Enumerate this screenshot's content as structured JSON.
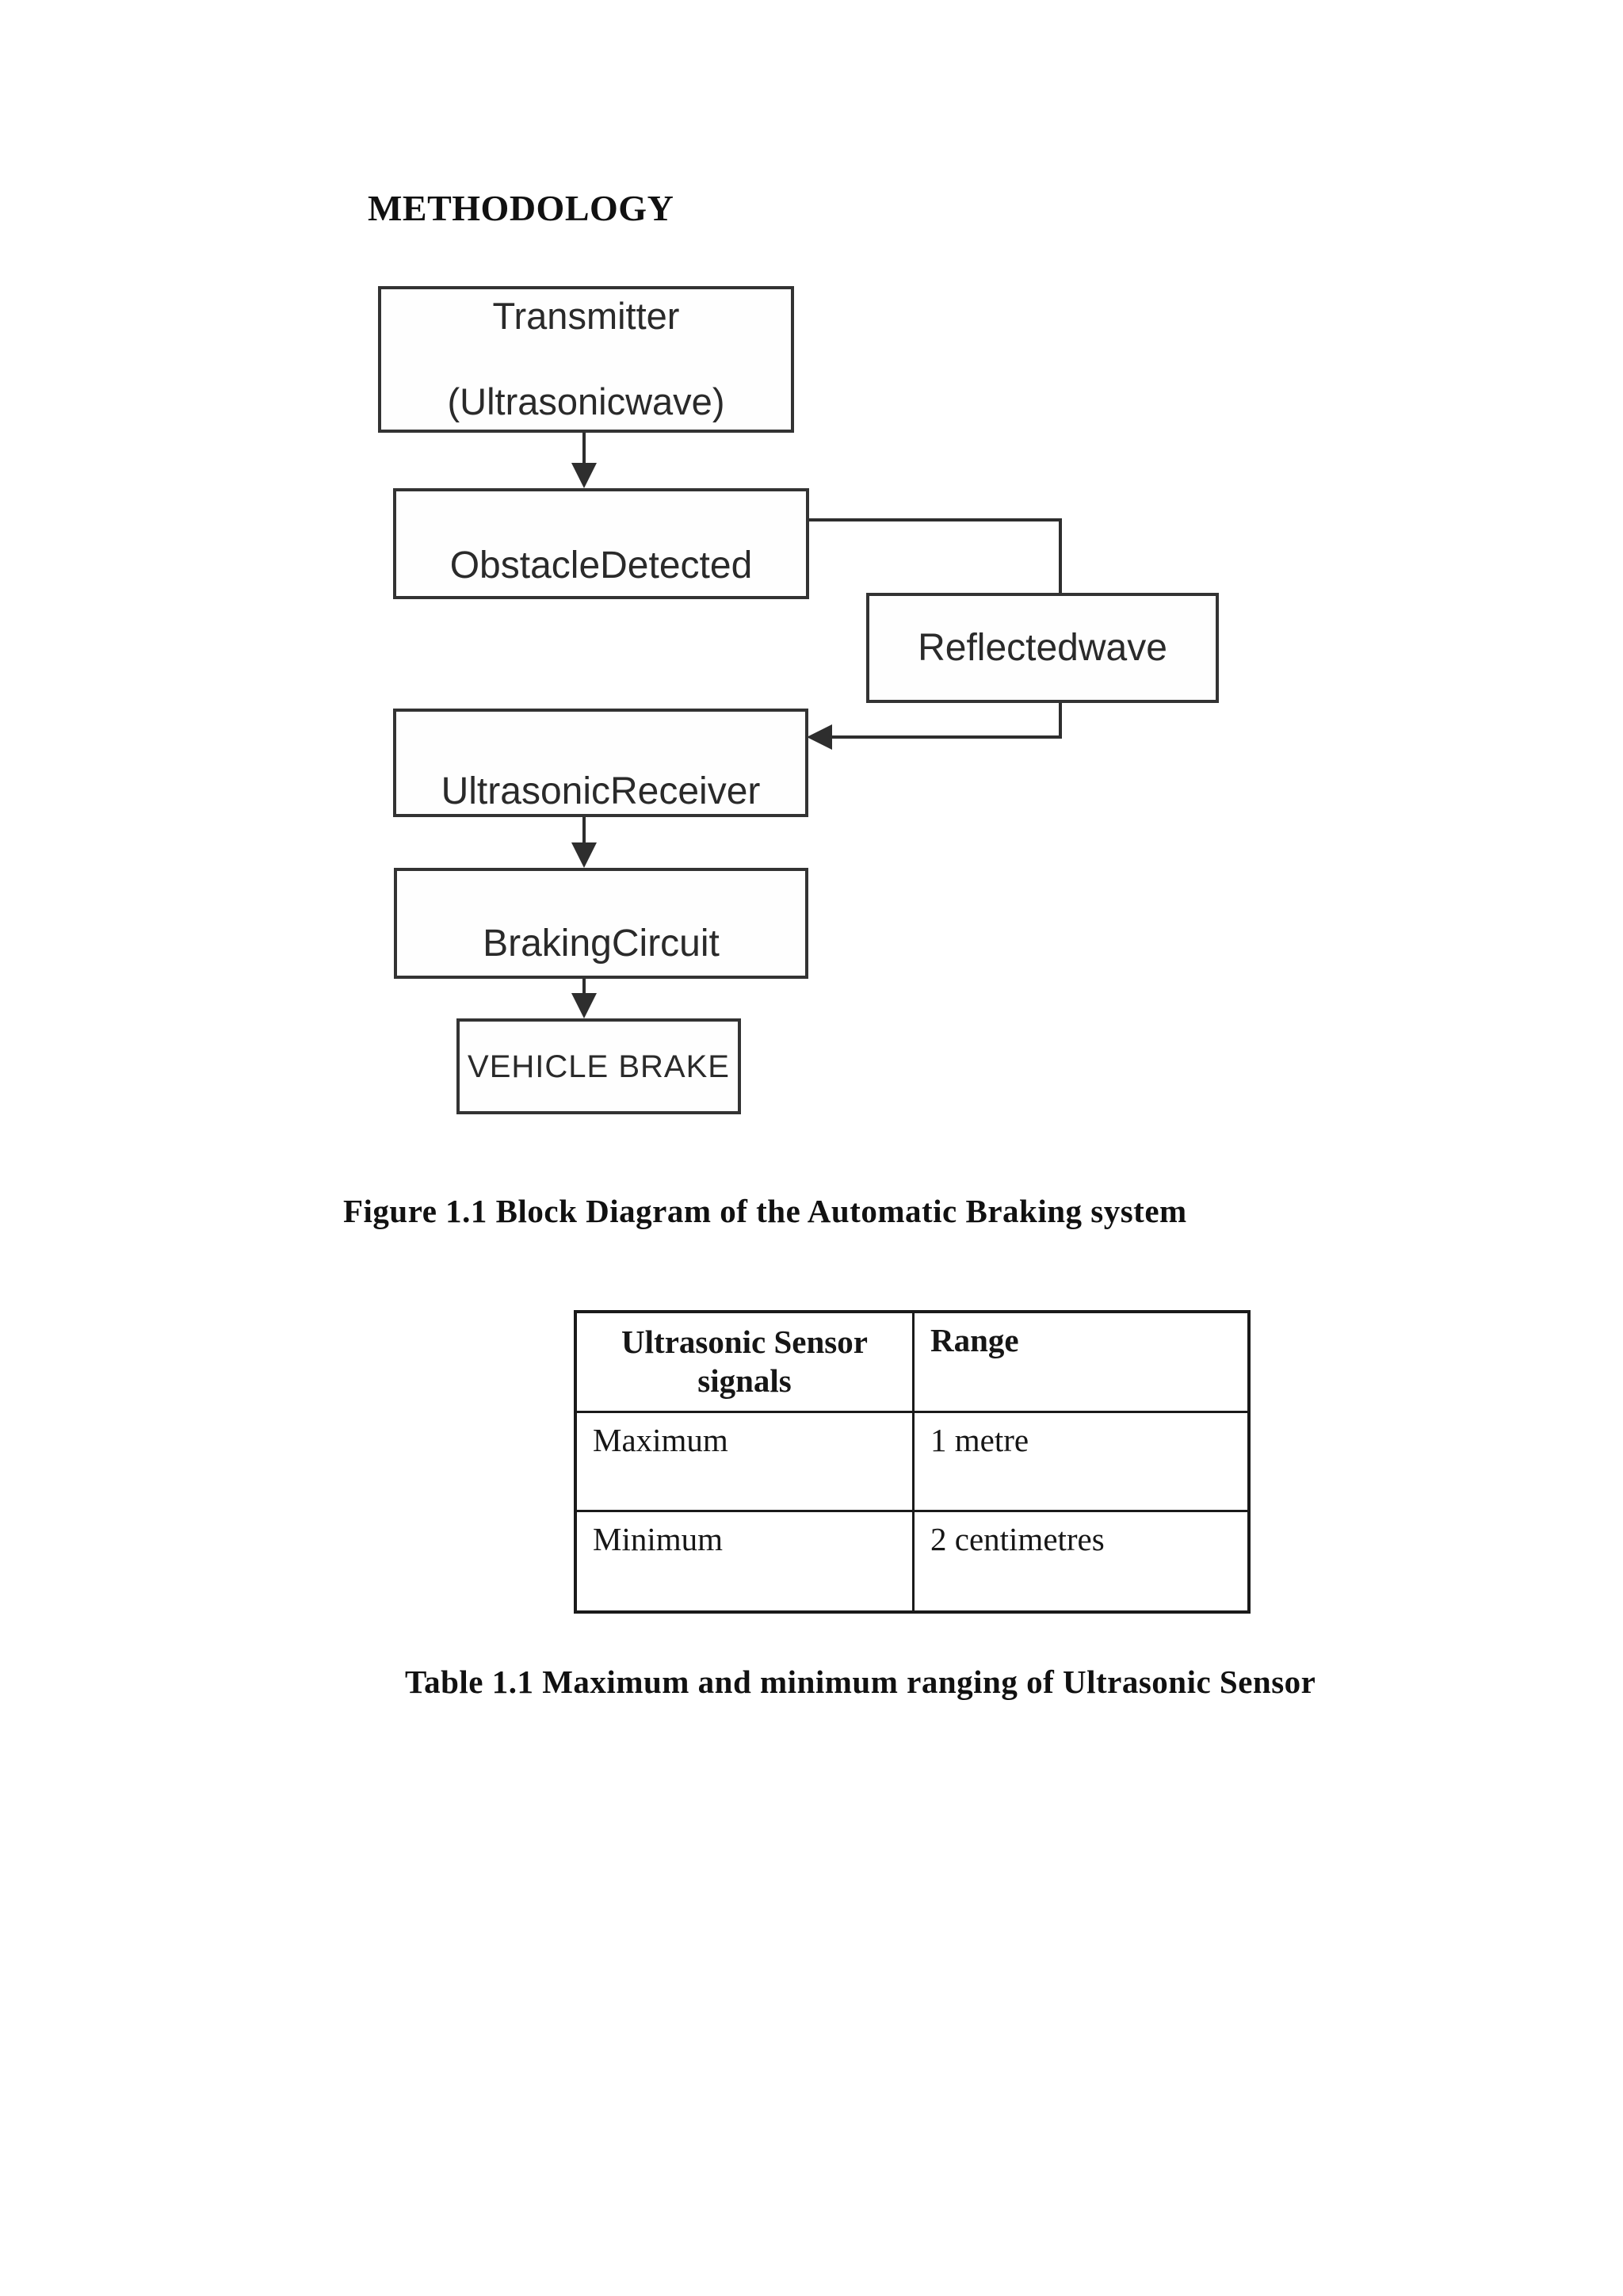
{
  "heading": "METHODOLOGY",
  "flowchart": {
    "transmitter": {
      "line1": "Transmitter",
      "line2": "(Ultrasonicwave)"
    },
    "obstacle_detected": {
      "label": "ObstacleDetected"
    },
    "reflected_wave": {
      "label": "Reflectedwave"
    },
    "ultrasonic_receiver": {
      "label": "UltrasonicReceiver"
    },
    "braking_circuit": {
      "label": "BrakingCircuit"
    },
    "vehicle_brake": {
      "label": "VEHICLE BRAKE"
    }
  },
  "figure_caption": "Figure 1.1 Block Diagram of the Automatic Braking system",
  "table": {
    "header": {
      "col1_line1": "Ultrasonic Sensor",
      "col1_line2": "signals",
      "col2": "Range"
    },
    "rows": [
      {
        "signal": "Maximum",
        "range": "1 metre"
      },
      {
        "signal": "Minimum",
        "range": "2 centimetres"
      }
    ]
  },
  "table_caption": "Table 1.1 Maximum and minimum ranging of Ultrasonic Sensor",
  "colors": {
    "ink": "#161616",
    "diagram_line": "#2e2e2e",
    "background": "#ffffff"
  }
}
